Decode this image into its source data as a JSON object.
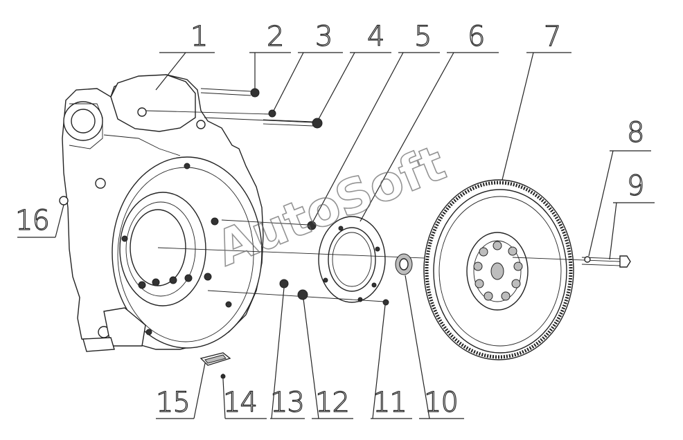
{
  "watermark": "AutoSoft",
  "callouts": [
    "1",
    "2",
    "3",
    "4",
    "5",
    "6",
    "7",
    "8",
    "9",
    "10",
    "11",
    "12",
    "13",
    "14",
    "15",
    "16"
  ]
}
